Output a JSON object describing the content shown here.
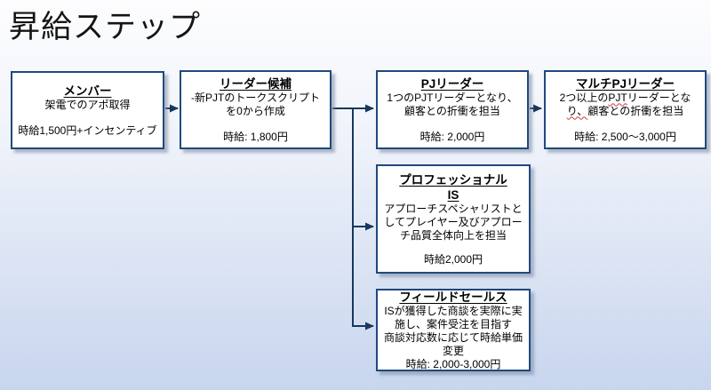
{
  "title": "昇給ステップ",
  "colors": {
    "box_border": "#1F497D",
    "arrow": "#17375E",
    "background_top": "#fdfdfe",
    "background_bottom": "#c7d5ee",
    "box_fill": "#ffffff",
    "spellcheck_squiggle": "#cc3b3b"
  },
  "boxes": [
    {
      "id": "member",
      "title": "メンバー",
      "body": "架電でのアポ取得",
      "wage": "時給1,500円+インセンティブ"
    },
    {
      "id": "leader-candidate",
      "title": "リーダー候補",
      "body": "-新PJTのトークスクリプト\nを0から作成",
      "wage": "時給: 1,800円"
    },
    {
      "id": "pj-leader",
      "title": "PJリーダー",
      "body": "1つのPJTリーダーとなり、\n顧客との折衝を担当",
      "wage": "時給: 2,000円"
    },
    {
      "id": "multi-pj-leader",
      "title": "マルチPJリーダー",
      "body_seg1": "2つ以上の",
      "body_seg2": "PJT",
      "body_seg3": "リーダーとな",
      "body_seg4": "り、",
      "body_seg5": "顧客との折衝を担当",
      "wage": "時給: 2,500〜3,000円"
    },
    {
      "id": "professional-is",
      "title": "プロフェッショナル\nIS",
      "body": "アプローチスペシャリストと\nしてプレイヤー及びアプロー\nチ品質全体向上を担当",
      "wage": "時給2,000円"
    },
    {
      "id": "field-sales",
      "title": "フィールドセールス",
      "body": "ISが獲得した商談を実際に実\n施し、案件受注を目指す\n商談対応数に応じて時給単価\n変更",
      "wage": "時給: 2,000-3,000円"
    }
  ]
}
